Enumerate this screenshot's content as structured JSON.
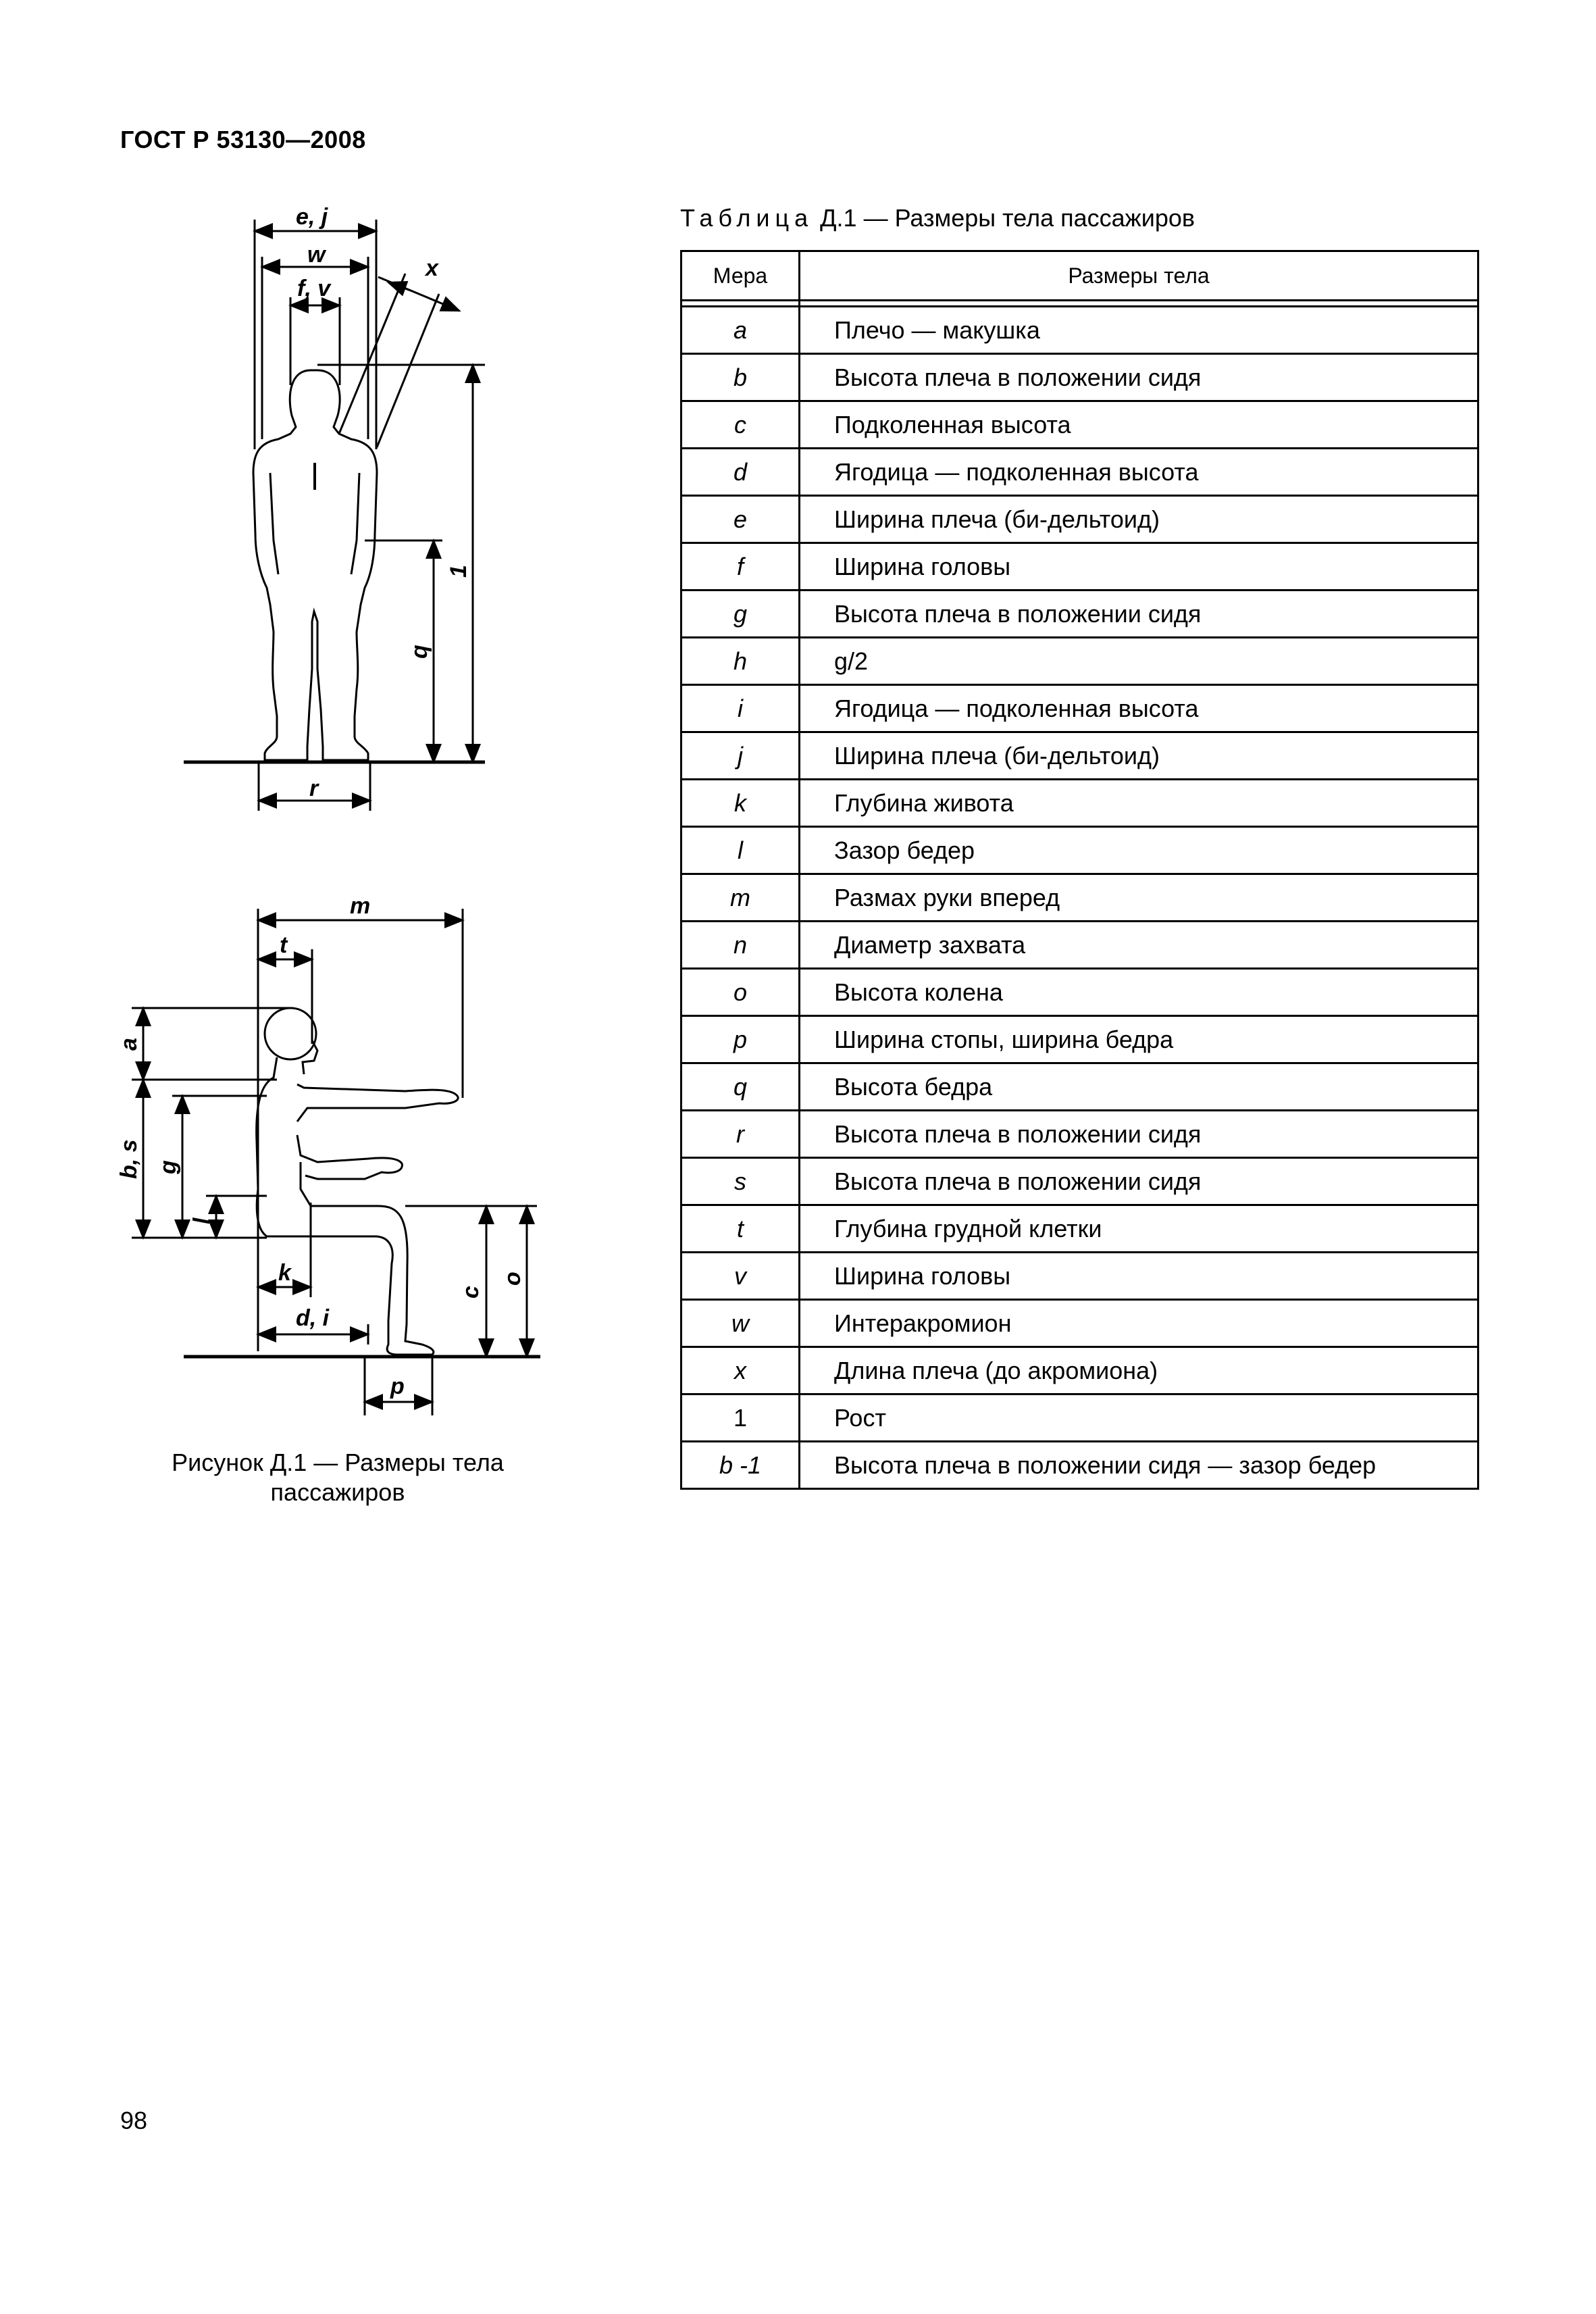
{
  "header": {
    "doc_code": "ГОСТ Р 53130—2008"
  },
  "page_number": "98",
  "figure": {
    "caption_line1": "Рисунок Д.1 — Размеры  тела",
    "caption_line2": "пассажиров",
    "labels": {
      "ej": "e, j",
      "w": "w",
      "fv": "f, v",
      "x": "x",
      "one": "1",
      "q": "q",
      "r": "r",
      "m": "m",
      "t": "t",
      "a": "a",
      "bs": "b, s",
      "g": "g",
      "l": "l",
      "k": "k",
      "di": "d, i",
      "c": "c",
      "o": "o",
      "p": "p"
    }
  },
  "table": {
    "caption_spaced": "Таблица",
    "caption_rest": " Д.1 — Размеры тела пассажиров",
    "headers": [
      "Мера",
      "Размеры тела"
    ],
    "rows": [
      {
        "measure": "a",
        "desc": "Плечо — макушка"
      },
      {
        "measure": "b",
        "desc": "Высота плеча в положении сидя"
      },
      {
        "measure": "c",
        "desc": "Подколенная высота"
      },
      {
        "measure": "d",
        "desc": "Ягодица — подколенная высота"
      },
      {
        "measure": "e",
        "desc": "Ширина плеча (би-дельтоид)"
      },
      {
        "measure": "f",
        "desc": "Ширина головы"
      },
      {
        "measure": "g",
        "desc": "Высота плеча в положении сидя"
      },
      {
        "measure": "h",
        "desc": "g/2"
      },
      {
        "measure": "i",
        "desc": "Ягодица — подколенная высота"
      },
      {
        "measure": "j",
        "desc": "Ширина плеча (би-дельтоид)"
      },
      {
        "measure": "k",
        "desc": "Глубина живота"
      },
      {
        "measure": "l",
        "desc": "Зазор бедер"
      },
      {
        "measure": "m",
        "desc": "Размах руки вперед"
      },
      {
        "measure": "n",
        "desc": "Диаметр захвата"
      },
      {
        "measure": "o",
        "desc": "Высота колена"
      },
      {
        "measure": "p",
        "desc": "Ширина стопы, ширина бедра"
      },
      {
        "measure": "q",
        "desc": "Высота бедра"
      },
      {
        "measure": "r",
        "desc": "Высота плеча в положении сидя"
      },
      {
        "measure": "s",
        "desc": "Высота плеча в положении сидя"
      },
      {
        "measure": "t",
        "desc": "Глубина грудной клетки"
      },
      {
        "measure": "v",
        "desc": "Ширина головы"
      },
      {
        "measure": "w",
        "desc": "Интеракромион"
      },
      {
        "measure": "x",
        "desc": "Длина плеча (до акромиона)"
      },
      {
        "measure": "1",
        "desc": "Рост"
      },
      {
        "measure": "b -1",
        "desc": "Высота плеча в положении сидя — зазор бедер"
      }
    ]
  }
}
